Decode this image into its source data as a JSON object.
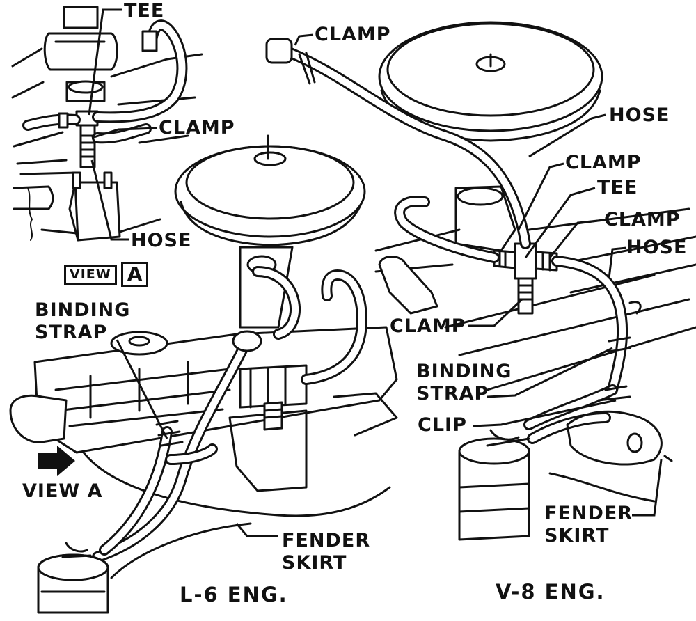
{
  "labels": {
    "tee_top_left": "TEE",
    "clamp_left": "CLAMP",
    "hose_left": "HOSE",
    "view_a_box_word": "VIEW",
    "view_a_box_letter": "A",
    "binding_strap_left_1": "BINDING",
    "binding_strap_left_2": "STRAP",
    "view_a_arrow": "VIEW A",
    "fender_skirt_left_1": "FENDER",
    "fender_skirt_left_2": "SKIRT",
    "clamp_top_right": "CLAMP",
    "hose_right_top": "HOSE",
    "clamp_right_1": "CLAMP",
    "tee_right": "TEE",
    "clamp_right_2": "CLAMP",
    "hose_right_2": "HOSE",
    "clamp_right_3": "CLAMP",
    "binding_strap_right_1": "BINDING",
    "binding_strap_right_2": "STRAP",
    "clip_right": "CLIP",
    "fender_skirt_right_1": "FENDER",
    "fender_skirt_right_2": "SKIRT"
  },
  "captions": {
    "l6": "L-6 ENG.",
    "v8": "V-8 ENG."
  }
}
